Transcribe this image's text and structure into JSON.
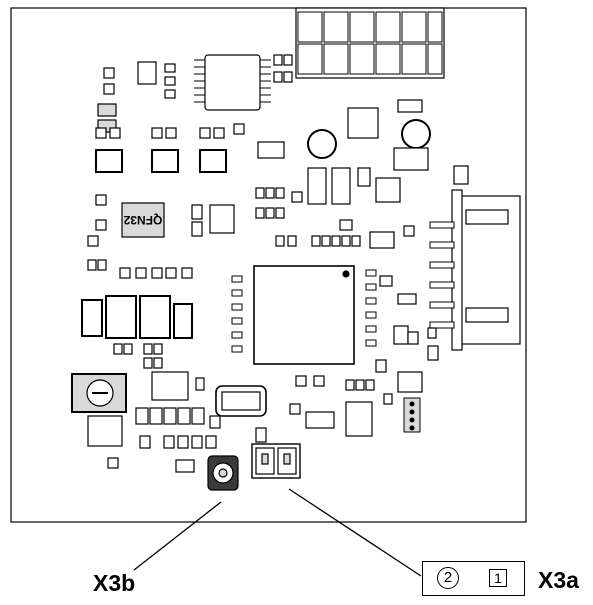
{
  "labels": {
    "x3b": "X3b",
    "x3a": "X3a",
    "pin_2": "2",
    "pin_1": "1",
    "chip_marking": "QFN32"
  },
  "colors": {
    "outline": "#000000",
    "component_fill": "#ffffff",
    "shade": "#d9d9d9",
    "dark": "#3a3a3a"
  },
  "icons": {
    "pin2_marker": "circle-outline",
    "pin1_marker": "square-outline"
  }
}
